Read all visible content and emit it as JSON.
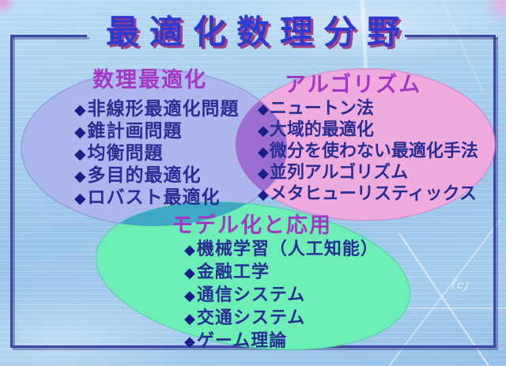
{
  "page": {
    "title": "最適化数理分野"
  },
  "colors": {
    "title_blue": "#2e3ad0",
    "title_shadow_magenta": "#9c2870",
    "frame_navy": "#4146a6",
    "heading_purple": "#a238c4",
    "item_navy": "#282d94",
    "set_blue": "#adb7ee",
    "set_pink": "#efaade",
    "set_green": "#6ceeb6",
    "overlap_blue_pink": "#9c6ed2",
    "overlap_blue_green": "#3fa8c4",
    "overlap_pink_green": "#74945f",
    "overlap_all": "#567f7a",
    "stroke_blue": "#8691d8",
    "stroke_pink": "#d084c4",
    "stroke_green": "#4ecf9e"
  },
  "venn": {
    "bullet": "◆",
    "sets": [
      {
        "label": "数理最適化",
        "items": [
          "非線形最適化問題",
          "錐計画問題",
          "均衡問題",
          "多目的最適化",
          "ロバスト最適化"
        ]
      },
      {
        "label": "アルゴリズム",
        "items": [
          "ニュートン法",
          "大域的最適化",
          "微分を使わない最適化手法",
          "並列アルゴリズム",
          "メタヒューリスティックス"
        ]
      },
      {
        "label": "モデル化と応用",
        "items": [
          "機械学習（人工知能）",
          "金融工学",
          "通信システム",
          "交通システム",
          "ゲーム理論"
        ]
      }
    ]
  },
  "watermark": "(c)"
}
